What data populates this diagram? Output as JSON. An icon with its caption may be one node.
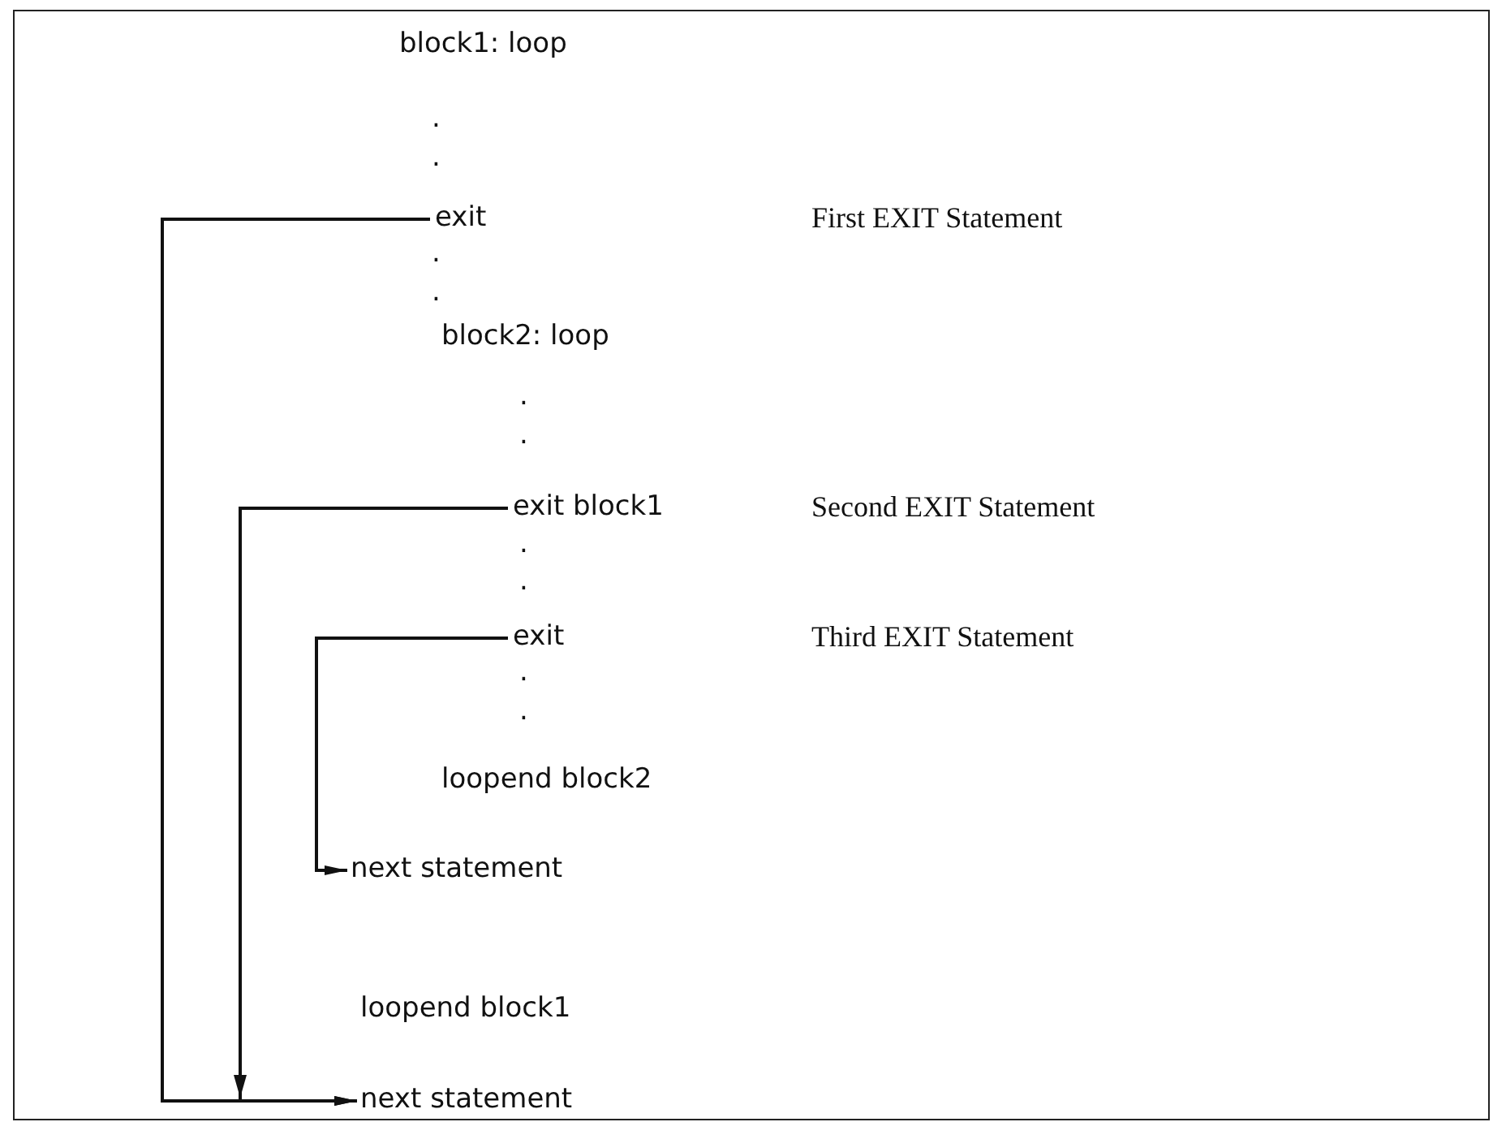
{
  "diagram": {
    "nodes": [
      {
        "text": [
          "exit"
        ]
      },
      {
        "text": [
          "exit block1"
        ]
      },
      {
        "text": [
          "exit"
        ]
      },
      {
        "text": [
          "next statement"
        ]
      },
      {
        "text": [
          "next statement"
        ]
      }
    ],
    "edges": [
      {
        "from": 0,
        "to": 4,
        "arrow": "to"
      },
      {
        "from": 1,
        "to": 4,
        "arrow": "to"
      },
      {
        "from": 2,
        "to": 3,
        "arrow": "to"
      }
    ],
    "labels": [
      "block1: loop",
      ".",
      ".",
      "First EXIT Statement",
      ".",
      ".",
      "block2: loop",
      ".",
      ".",
      "Second EXIT Statement",
      ".",
      ".",
      "Third EXIT Statement",
      ".",
      ".",
      "loopend block2",
      "loopend block1"
    ]
  }
}
